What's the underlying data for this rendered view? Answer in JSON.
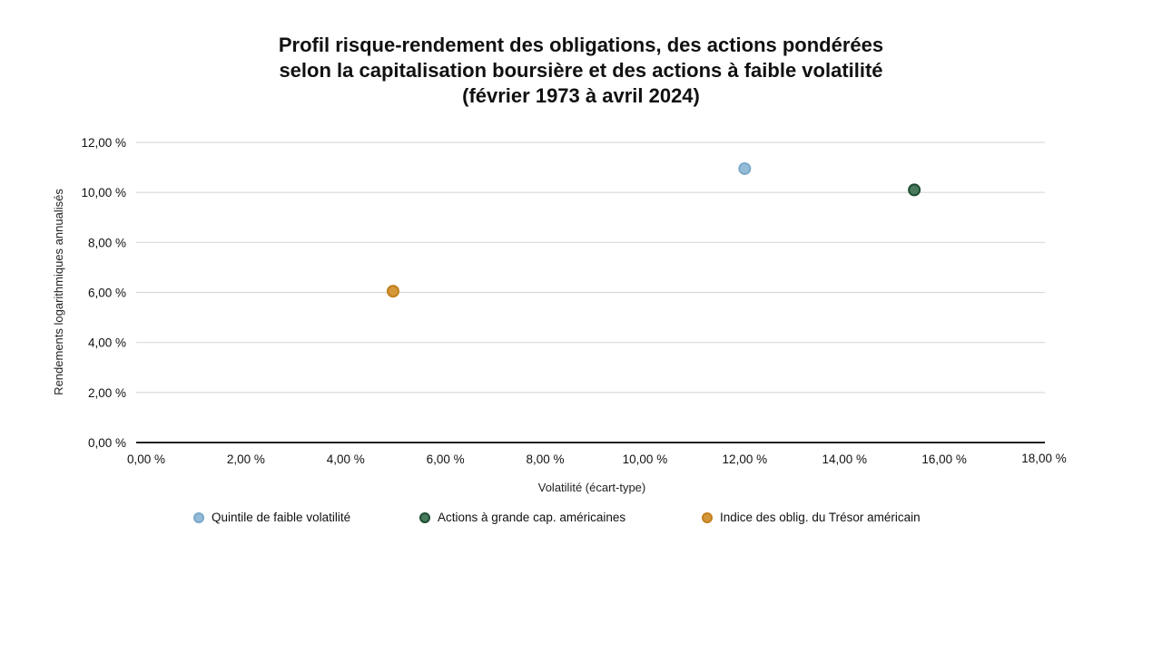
{
  "title": {
    "line1": "Profil risque-rendement des obligations, des actions pondérées",
    "line2": "selon la capitalisation boursière et des actions à faible volatilité",
    "line3": "(février 1973 à avril 2024)"
  },
  "axes": {
    "xlabel": "Volatilité (écart-type)",
    "ylabel": "Rendements logarithmiques annualisés",
    "xticks": [
      "0,00 %",
      "2,00 %",
      "4,00 %",
      "6,00 %",
      "8,00 %",
      "10,00 %",
      "12,00 %",
      "14,00 %",
      "16,00 %",
      "18,00 %"
    ],
    "yticks": [
      "0,00 %",
      "2,00 %",
      "4,00 %",
      "6,00 %",
      "8,00 %",
      "10,00 %",
      "12,00 %"
    ]
  },
  "legend": [
    {
      "label": "Quintile de faible volatilité",
      "fill": "#95bcd6",
      "stroke": "#7aa9cb"
    },
    {
      "label": "Actions à grande cap. américaines",
      "fill": "#4a7a5e",
      "stroke": "#1e4d33"
    },
    {
      "label": "Indice des oblig. du Trésor américain",
      "fill": "#d4973a",
      "stroke": "#c2801e"
    }
  ],
  "chart_data": {
    "type": "scatter",
    "title": "Profil risque-rendement des obligations, des actions pondérées selon la capitalisation boursière et des actions à faible volatilité (février 1973 à avril 2024)",
    "xlabel": "Volatilité (écart-type)",
    "ylabel": "Rendements logarithmiques annualisés",
    "xlim": [
      0,
      18
    ],
    "ylim": [
      0,
      12
    ],
    "x_unit": "%",
    "y_unit": "%",
    "grid": "horizontal",
    "legend_position": "bottom",
    "series": [
      {
        "name": "Quintile de faible volatilité",
        "color": "#95bcd6",
        "points": [
          {
            "x": 12.0,
            "y": 10.95
          }
        ]
      },
      {
        "name": "Actions à grande cap. américaines",
        "color": "#4a7a5e",
        "points": [
          {
            "x": 15.4,
            "y": 10.1
          }
        ]
      },
      {
        "name": "Indice des oblig. du Trésor américain",
        "color": "#d4973a",
        "points": [
          {
            "x": 4.95,
            "y": 6.05
          }
        ]
      }
    ]
  }
}
